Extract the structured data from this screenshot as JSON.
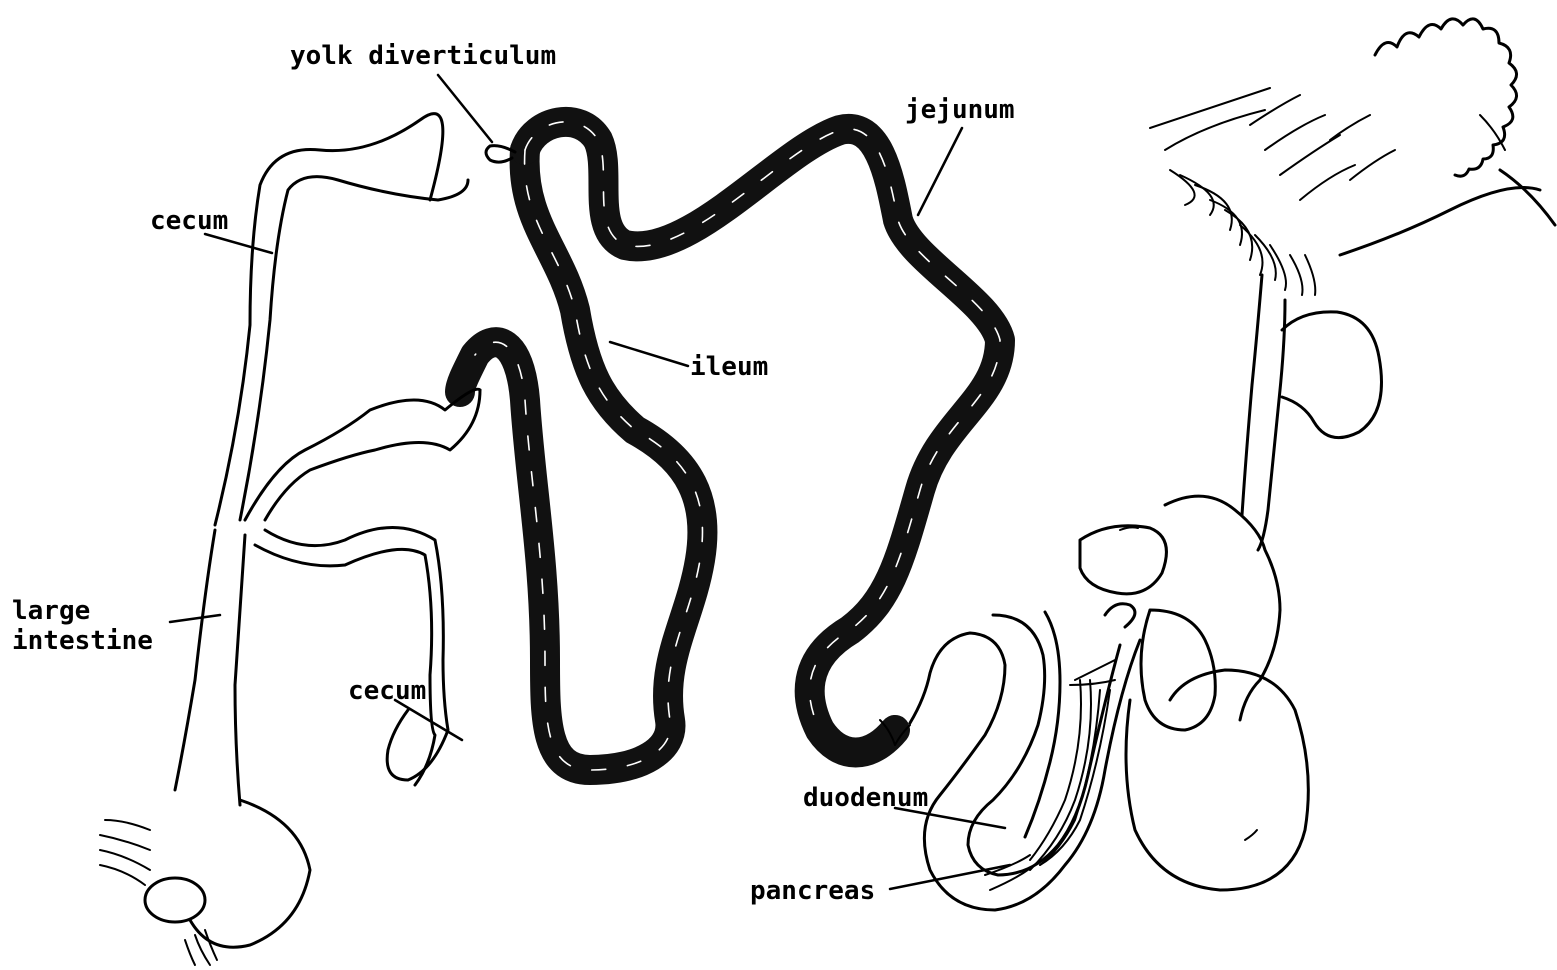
{
  "labels": {
    "yolk_diverticulum": "yolk diverticulum",
    "jejunum": "jejunum",
    "cecum_upper": "cecum",
    "ileum": "ileum",
    "large_intestine_line1": "large",
    "large_intestine_line2": "intestine",
    "cecum_lower": "cecum",
    "duodenum": "duodenum",
    "pancreas": "pancreas"
  },
  "colors": {
    "ink": "#000000",
    "background": "#ffffff",
    "small_intestine_fill": "#111111"
  }
}
